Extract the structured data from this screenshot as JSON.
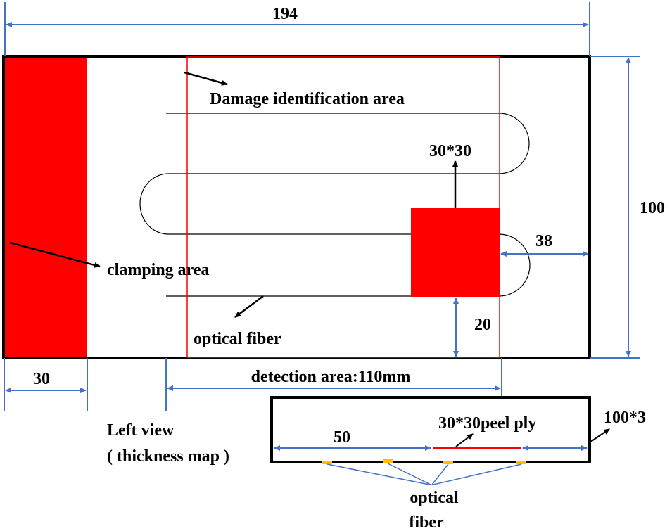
{
  "colors": {
    "red": "#ff0000",
    "dimension_blue": "#4472c4",
    "outline": "#000000",
    "marker": "#ffc000"
  },
  "labels": {
    "total_length": "194",
    "width": "100",
    "damage_area": "Damage identification area",
    "damage_size": "30*30",
    "damage_offset_right": "38",
    "damage_offset_bottom": "20",
    "clamping_area": "clamping area",
    "optical_fiber": "optical fiber",
    "clamp_width": "30",
    "detection_area": "detection area:110mm",
    "left_view_line1": "Left view",
    "left_view_line2": "( thickness map )",
    "peel_ply": "30*30peel ply",
    "side_size": "100*3",
    "side_offset": "50",
    "side_fiber_line1": "optical",
    "side_fiber_line2": "fiber"
  }
}
